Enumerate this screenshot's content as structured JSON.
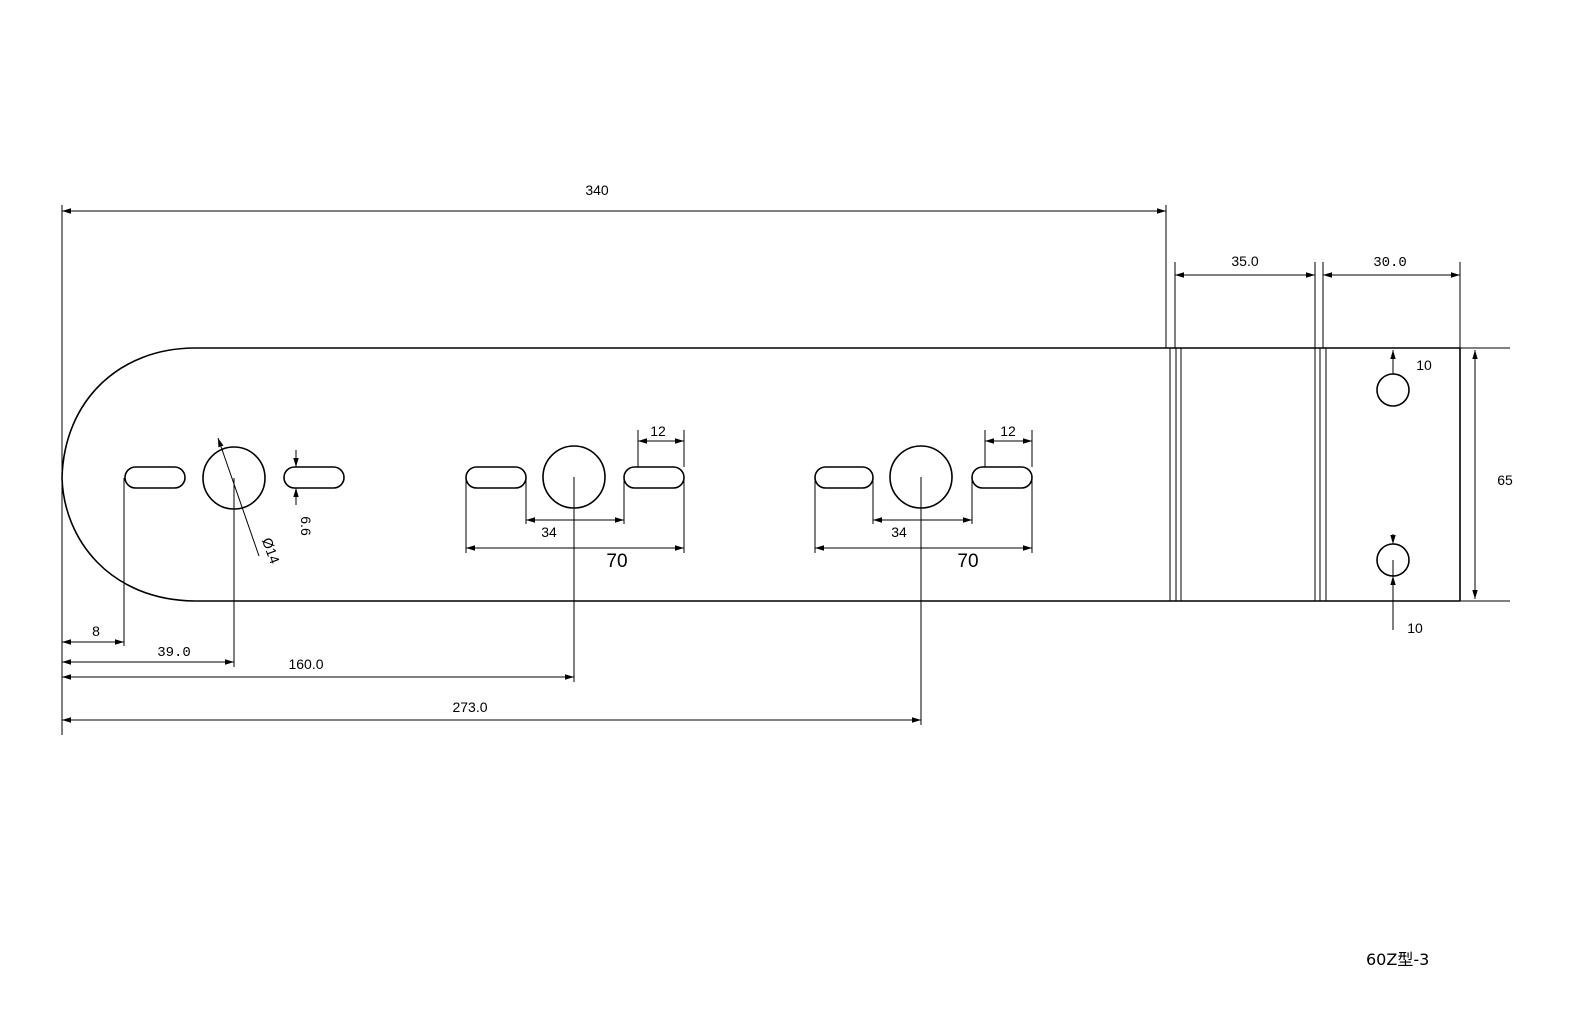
{
  "drawing_label": "60Z型-3",
  "dimensions": {
    "overall_length": "340",
    "flange_width_1": "35.0",
    "flange_width_2": "30.0",
    "height": "65",
    "hole_offset_top": "10",
    "hole_offset_bottom": "10",
    "slot_offset_left": "8",
    "hole1_position": "39.0",
    "hole2_position": "160.0",
    "hole3_position": "273.0",
    "hole_diameter": "Ø14",
    "slot_width": "6.6",
    "slot_length_a": "12",
    "slot_length_b": "12",
    "slot_spacing_a": "34",
    "slot_spacing_b": "34",
    "slot_span_a": "70",
    "slot_span_b": "70"
  }
}
